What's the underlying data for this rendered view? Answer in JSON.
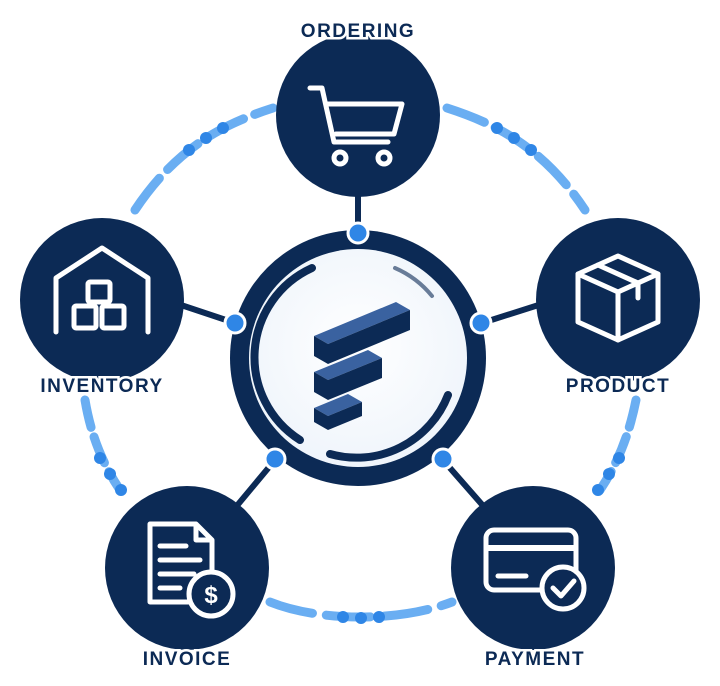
{
  "diagram": {
    "center": {
      "logo_icon": "stacked-f-logo-icon"
    },
    "nodes": [
      {
        "id": "ordering",
        "label": "ORDERING",
        "icon": "shopping-cart-icon"
      },
      {
        "id": "product",
        "label": "PRODUCT",
        "icon": "package-box-icon"
      },
      {
        "id": "payment",
        "label": "PAYMENT",
        "icon": "credit-card-check-icon"
      },
      {
        "id": "invoice",
        "label": "INVOICE",
        "icon": "invoice-dollar-icon"
      },
      {
        "id": "inventory",
        "label": "INVENTORY",
        "icon": "warehouse-boxes-icon"
      }
    ]
  },
  "colors": {
    "navy": "#0c2a55",
    "accent_blue": "#2f86e6",
    "ring_blue": "#6aaef2",
    "light_blue": "#a9d0f7",
    "white": "#ffffff"
  }
}
